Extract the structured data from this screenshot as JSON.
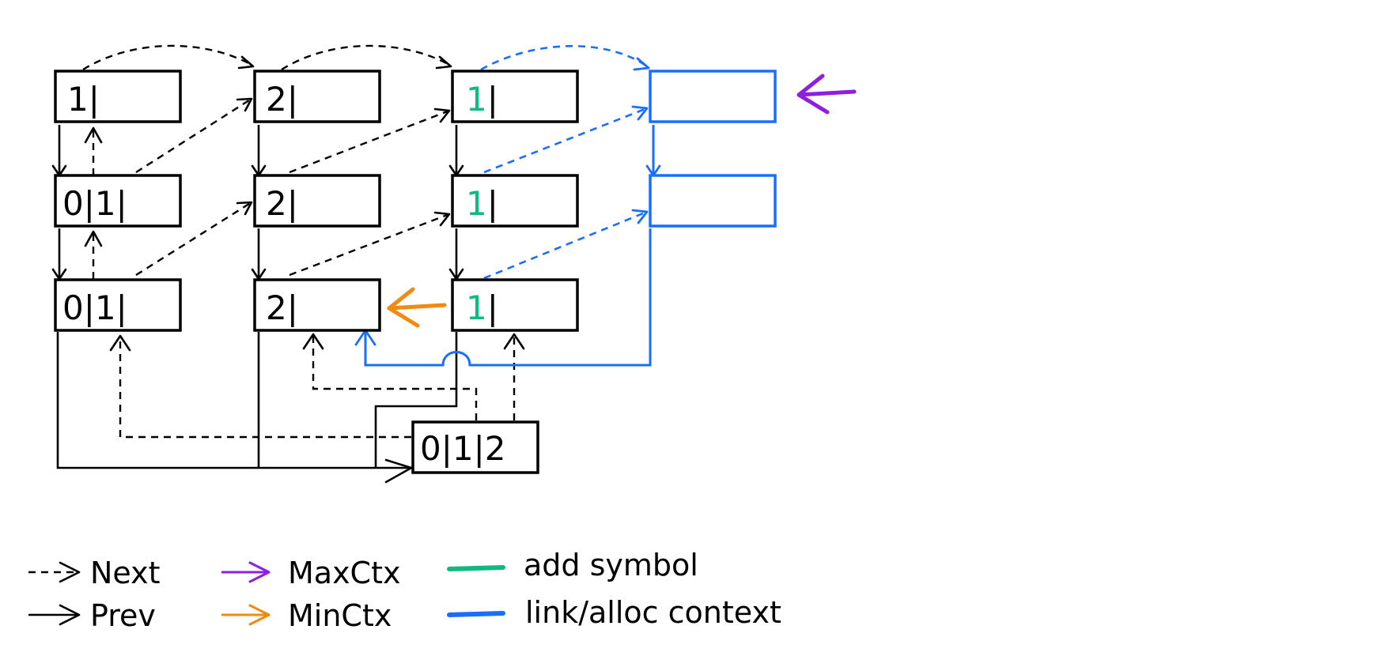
{
  "nodes": {
    "r1c1": [
      "1|",
      ""
    ],
    "r1c2": [
      "2|",
      ""
    ],
    "r1c3": [
      "",
      "1",
      "|"
    ],
    "r2c1": [
      "0|1|",
      ""
    ],
    "r2c2": [
      "2|",
      ""
    ],
    "r2c3": [
      "",
      "1",
      "|"
    ],
    "r3c1": [
      "0|1|",
      ""
    ],
    "r3c2": [
      "2|",
      ""
    ],
    "r3c3": [
      "",
      "1",
      "|"
    ],
    "new": [
      "0|1|2",
      ""
    ]
  },
  "legend": {
    "next": "Next",
    "prev": "Prev",
    "max_ctx": "MaxCtx",
    "min_ctx": "MinCtx",
    "add_symbol": "add symbol",
    "link_alloc": "link/alloc context"
  },
  "colors": {
    "black": "#000000",
    "blue": "#1a6eff",
    "green": "#10b981",
    "purple": "#8f1ee0",
    "orange": "#ef8a12"
  }
}
